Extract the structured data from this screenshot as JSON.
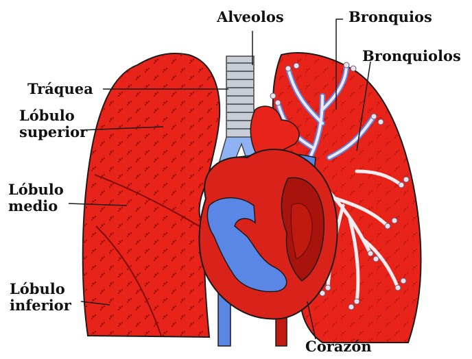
{
  "labels": {
    "alveolos": "Alveolos",
    "bronquios": "Bronquios",
    "bronquiolos": "Bronquiolos",
    "traquea": "Tráquea",
    "lobulo_superior": "Lóbulo superior",
    "lobulo_medio": "Lóbulo medio",
    "lobulo_inferior": "Lóbulo inferior",
    "corazon": "Corazón"
  },
  "icons": {
    "left_lung": "right-lung-illustration",
    "right_lung": "left-lung-illustration",
    "heart": "heart-illustration",
    "trachea": "trachea-illustration",
    "bronchial_tree": "bronchial-tree-illustration"
  },
  "colors": {
    "lung_red": "#e8231a",
    "lung_dark": "#b3120c",
    "vessel_blue": "#5a86e6",
    "vessel_light": "#8fb3f2",
    "trachea_gray": "#c9ced6",
    "outline": "#1a1a1a"
  }
}
